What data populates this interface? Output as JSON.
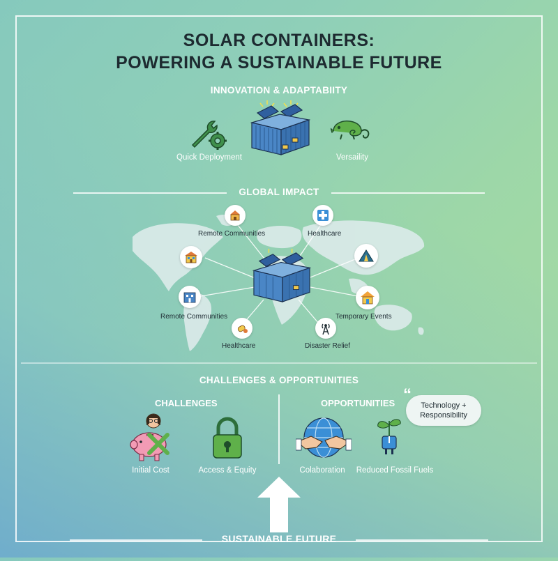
{
  "title": {
    "line1": "SOLAR CONTAINERS:",
    "line2": "POWERING A SUSTAINABLE FUTURE"
  },
  "innovation": {
    "heading": "INNOVATION & ADAPTABIITY",
    "items": [
      {
        "label": "Quick Deployment",
        "icon": "wrench-gear-icon"
      },
      {
        "label": "Versaility",
        "icon": "chameleon-icon"
      }
    ]
  },
  "global_impact": {
    "heading": "GLOBAL IMPACT",
    "points": [
      {
        "label": "Remote Communities",
        "icon": "house-icon"
      },
      {
        "label": "Healthcare",
        "icon": "first-aid-icon"
      },
      {
        "label": "Remote Communities",
        "icon": "building-icon"
      },
      {
        "label": "Healthcare",
        "icon": "medicine-icon"
      },
      {
        "label": "Disaster Relief",
        "icon": "antenna-icon"
      },
      {
        "label": "Temporary Events",
        "icon": "home-icon"
      }
    ],
    "extra_icons": [
      "tent-icon",
      "school-icon"
    ]
  },
  "challenges_opportunities": {
    "heading": "CHALLENGES & OPPORTUNITIES",
    "challenges": {
      "heading": "CHALLENGES",
      "items": [
        {
          "label": "Initial Cost",
          "icon": "piggy-bank-icon"
        },
        {
          "label": "Access & Equity",
          "icon": "padlock-icon"
        }
      ]
    },
    "opportunities": {
      "heading": "OPPORTUNITIES",
      "items": [
        {
          "label": "Colaboration",
          "icon": "handshake-globe-icon"
        },
        {
          "label": "Reduced Fossil Fuels",
          "icon": "plant-plug-icon"
        }
      ]
    },
    "quote": "Technology + Responsibility"
  },
  "footer": {
    "label": "SUSTAINABLE FUTURE"
  },
  "colors": {
    "title_text": "#1d2a30",
    "container_blue": "#4a86c6",
    "panel_blue": "#2f5f9e",
    "accent_green": "#5fb04a",
    "accent_pink": "#f29bb5"
  }
}
